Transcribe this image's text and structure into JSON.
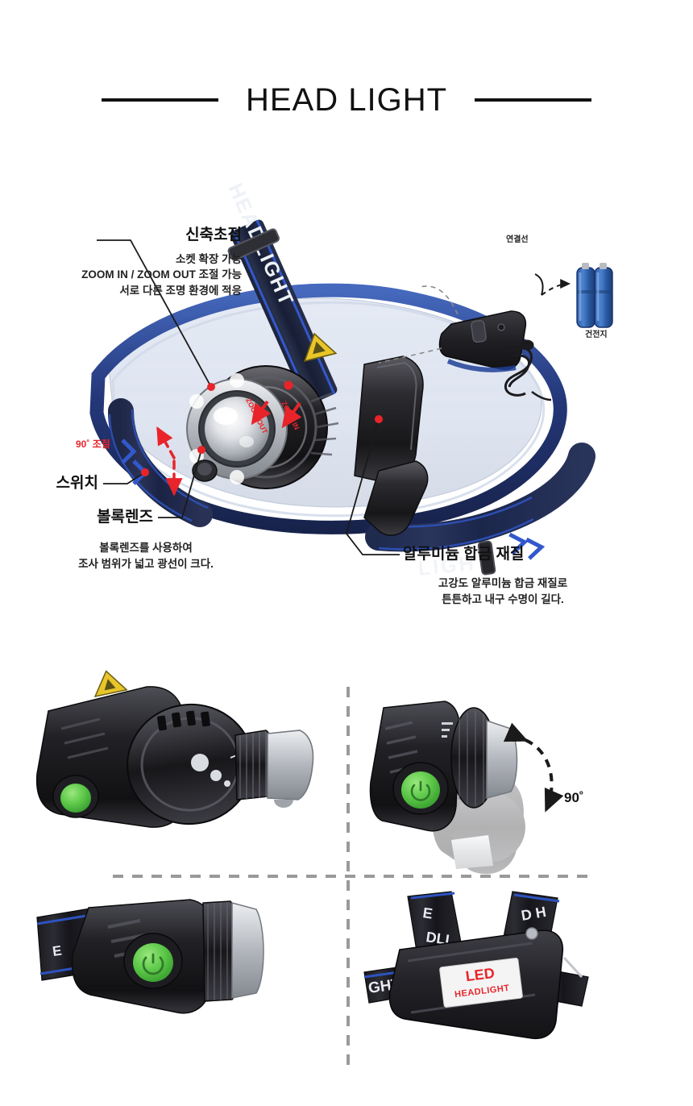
{
  "header": {
    "title": "HEAD LIGHT",
    "rule_left": "rule",
    "rule_right": "rule"
  },
  "product": {
    "strap_text": "HEADLIGHT",
    "strap_text_alt": "LIGHT",
    "sticker_text_line1": "LED",
    "sticker_text_line2": "HEADLIGHT"
  },
  "callouts": [
    {
      "id": "zoom-focus",
      "title": "신축초점",
      "desc": [
        "소켓 확장 가능",
        "ZOOM IN / ZOOM OUT 조절 가능",
        "서로 다른 조명 환경에 적응"
      ]
    },
    {
      "id": "switch",
      "title": "스위치",
      "desc": []
    },
    {
      "id": "convex-lens",
      "title": "볼록렌즈",
      "desc": [
        "볼록렌즈를 사용하여",
        "조사 범위가 넓고 광선이 크다."
      ]
    },
    {
      "id": "aluminum-alloy",
      "title": "알루미늄 합금 재질",
      "desc": [
        "고강도 알루미늄 합금 재질로",
        "튼튼하고 내구 수명이 길다."
      ]
    }
  ],
  "red_annotations": {
    "angle_adjust": "90˚ 조절",
    "zoom_out": "ZOOM OUT",
    "zoom_in": "ZOOM IN"
  },
  "accessories": [
    {
      "id": "cable",
      "label": "연결선"
    },
    {
      "id": "battery",
      "label": "건전지"
    }
  ],
  "grid": {
    "panels": [
      {
        "id": "panel-top-left",
        "note": ""
      },
      {
        "id": "panel-top-right",
        "note": "90˚"
      },
      {
        "id": "panel-bottom-left",
        "note": ""
      },
      {
        "id": "panel-bottom-right",
        "note": ""
      }
    ],
    "rotation_label": "90˚"
  },
  "colors": {
    "accent_red": "#e8242a",
    "button_green": "#5ec94a",
    "strap_blue": "#2b4ea8",
    "body_black": "#232323",
    "divider_gray": "#9a9a9a",
    "sticker_white": "#f4f4f4",
    "battery_blue": "#3a6bb5",
    "hazard_yellow": "#e8c52a"
  }
}
